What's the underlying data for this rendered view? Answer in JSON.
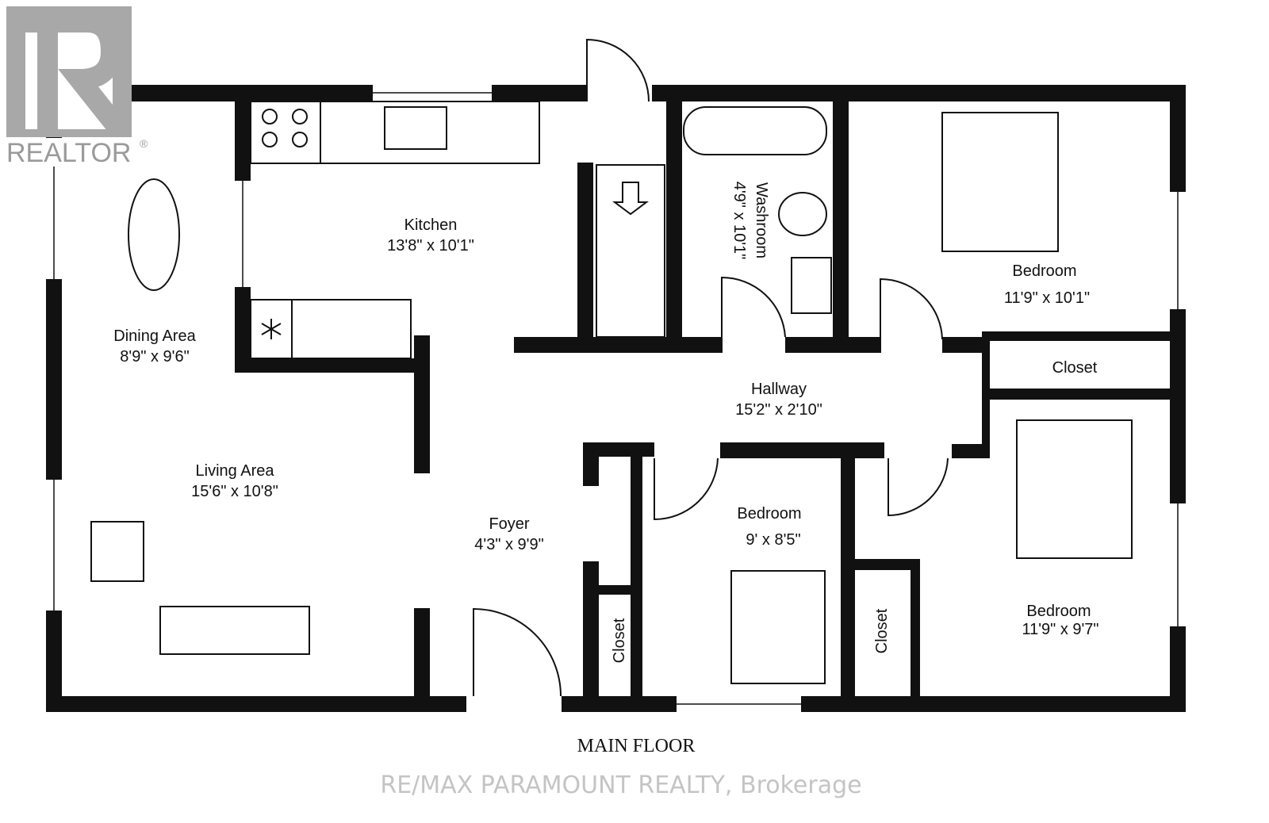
{
  "logo": {
    "text": "REALTOR",
    "mark": "®",
    "color": "#9a9a9a"
  },
  "plan": {
    "title": "MAIN FLOOR",
    "watermark": "RE/MAX PARAMOUNT REALTY, Brokerage",
    "rooms": {
      "kitchen": {
        "name": "Kitchen",
        "size": "13'8\" x 10'1\""
      },
      "dining": {
        "name": "Dining Area",
        "size": "8'9\" x 9'6\""
      },
      "living": {
        "name": "Living Area",
        "size": "15'6\" x 10'8\""
      },
      "foyer": {
        "name": "Foyer",
        "size": "4'3\" x 9'9\""
      },
      "washroom": {
        "name": "Washroom",
        "size": "4'9\" x 10'1\""
      },
      "hallway": {
        "name": "Hallway",
        "size": "15'2\" x 2'10\""
      },
      "bedroom1": {
        "name": "Bedroom",
        "size": "11'9\" x 10'1\""
      },
      "closet1": {
        "name": "Closet"
      },
      "bedroom2": {
        "name": "Bedroom",
        "size": "9' x 8'5\""
      },
      "bedroom3": {
        "name": "Bedroom",
        "size": "11'9\" x 9'7\""
      },
      "closet2": {
        "name": "Closet"
      },
      "closet3": {
        "name": "Closet"
      }
    }
  }
}
